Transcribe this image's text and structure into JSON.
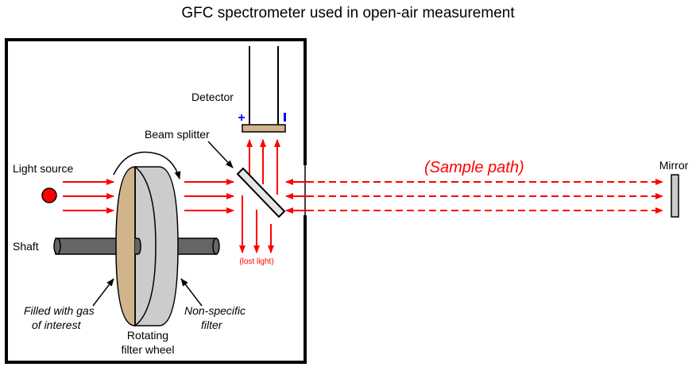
{
  "title": "GFC spectrometer used in open-air measurement",
  "labels": {
    "detector": "Detector",
    "detector_plus": "+",
    "detector_minus": "I",
    "beam_splitter": "Beam splitter",
    "light_source": "Light source",
    "shaft": "Shaft",
    "gas_filter_line1": "Filled with gas",
    "gas_filter_line2": "of interest",
    "wheel_line1": "Rotating",
    "wheel_line2": "filter wheel",
    "nonspecific_line1": "Non-specific",
    "nonspecific_line2": "filter",
    "lost_light": "(lost light)",
    "sample_path": "(Sample path)",
    "mirror": "Mirror"
  },
  "colors": {
    "beam": "#ff0000",
    "gas_cell": "#d2b48c",
    "filter": "#cccccc",
    "shaft": "#666666",
    "detector": "#d2b48c",
    "polarity": "#0000ff",
    "splitter": "#e6e6e6",
    "mirror": "#cccccc"
  }
}
